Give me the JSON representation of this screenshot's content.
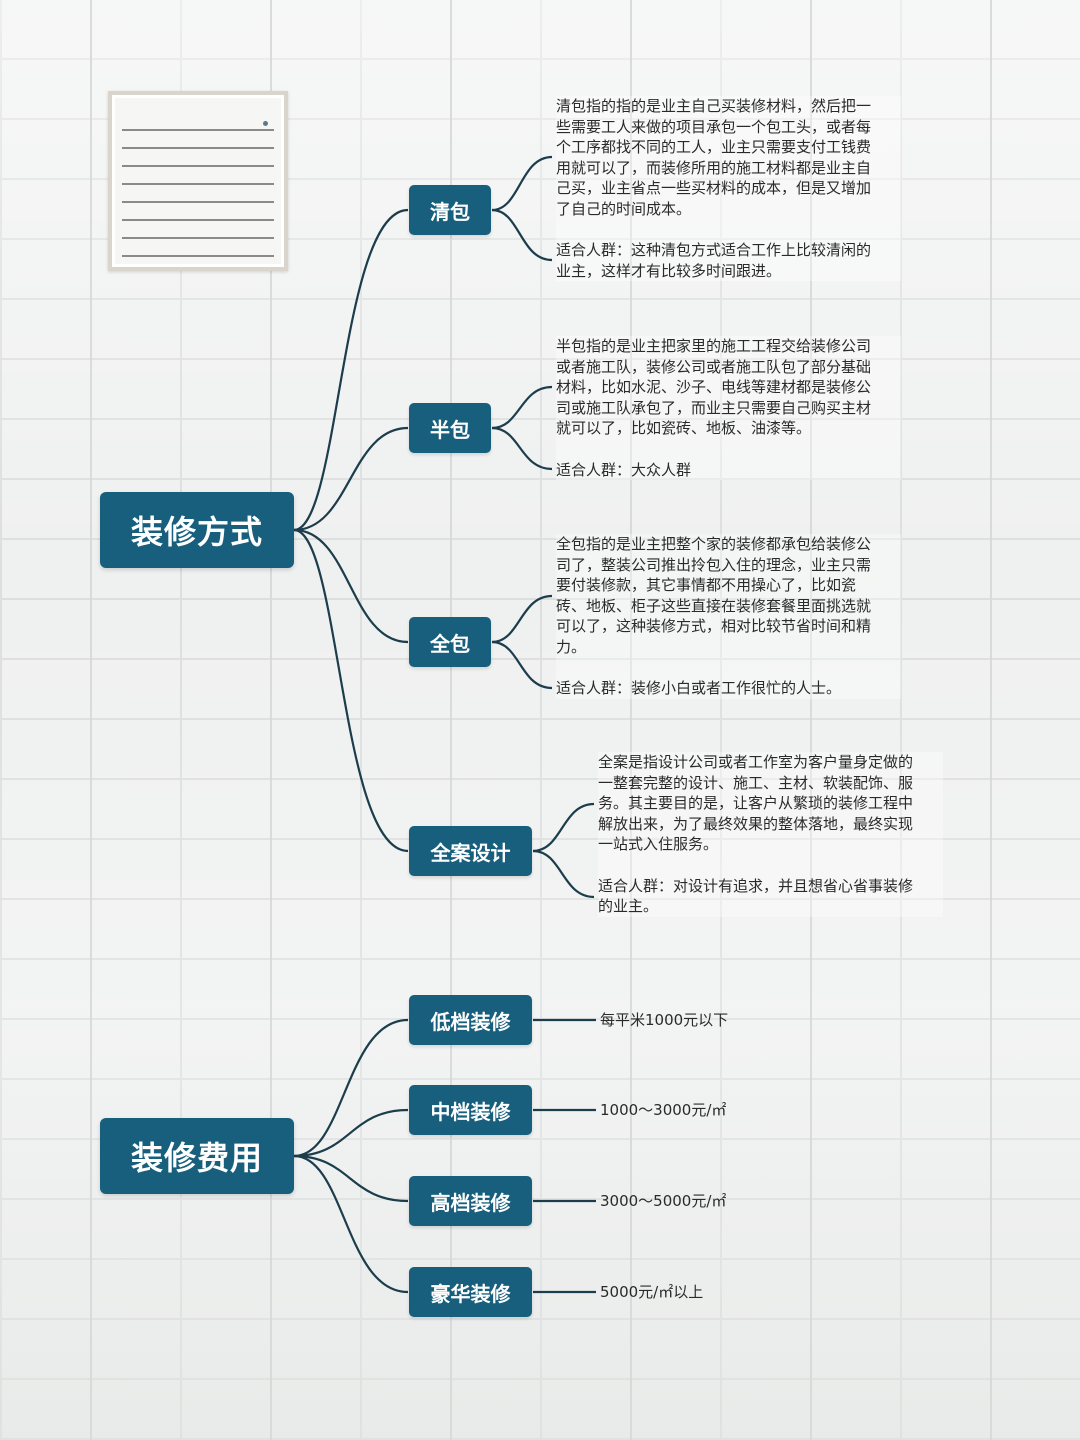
{
  "methods": {
    "root_label": "装修方式",
    "items": [
      {
        "label": "清包",
        "desc_lines": [
          "清包指的指的是业主自己买装修材料，然后把一",
          "些需要工人来做的项目承包一个包工头，或者每",
          "个工序都找不同的工人，业主只需要支付工钱费",
          "用就可以了，而装修所用的施工材料都是业主自",
          "己买，业主省点一些买材料的成本，但是又增加",
          "了自己的时间成本。"
        ],
        "audience_lines": [
          "适合人群：这种清包方式适合工作上比较清闲的",
          "业主，这样才有比较多时间跟进。"
        ]
      },
      {
        "label": "半包",
        "desc_lines": [
          "半包指的是业主把家里的施工工程交给装修公司",
          "或者施工队，装修公司或者施工队包了部分基础",
          "材料，比如水泥、沙子、电线等建材都是装修公",
          "司或施工队承包了，而业主只需要自己购买主材",
          "就可以了，比如瓷砖、地板、油漆等。"
        ],
        "audience_lines": [
          "适合人群：大众人群"
        ]
      },
      {
        "label": "全包",
        "desc_lines": [
          "全包指的是业主把整个家的装修都承包给装修公",
          "司了，整装公司推出拎包入住的理念，业主只需",
          "要付装修款，其它事情都不用操心了，比如瓷",
          "砖、地板、柜子这些直接在装修套餐里面挑选就",
          "可以了，这种装修方式，相对比较节省时间和精",
          "力。"
        ],
        "audience_lines": [
          "适合人群：装修小白或者工作很忙的人士。"
        ]
      },
      {
        "label": "全案设计",
        "desc_lines": [
          "全案是指设计公司或者工作室为客户量身定做的",
          "一整套完整的设计、施工、主材、软装配饰、服",
          "务。其主要目的是，让客户从繁琐的装修工程中",
          "解放出来，为了最终效果的整体落地，最终实现",
          "一站式入住服务。"
        ],
        "audience_lines": [
          "适合人群：对设计有追求，并且想省心省事装修",
          "的业主。"
        ]
      }
    ]
  },
  "costs": {
    "root_label": "装修费用",
    "items": [
      {
        "label": "低档装修",
        "value": "每平米1000元以下"
      },
      {
        "label": "中档装修",
        "value": "1000～3000元/㎡"
      },
      {
        "label": "高档装修",
        "value": "3000～5000元/㎡"
      },
      {
        "label": "豪华装修",
        "value": "5000元/㎡以上"
      }
    ]
  },
  "colors": {
    "node_fill": "#175f7d",
    "line": "#1c3d4c"
  }
}
